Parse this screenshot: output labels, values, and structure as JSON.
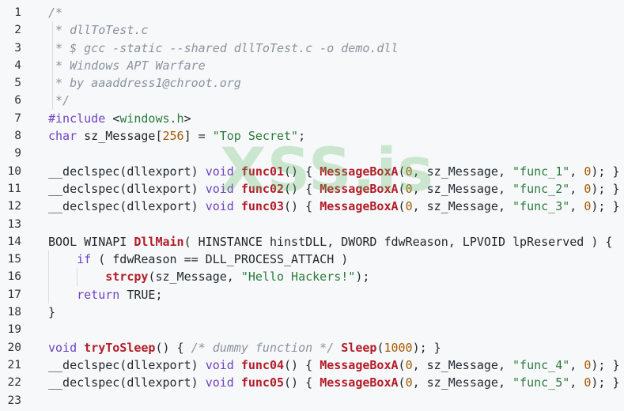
{
  "colors": {
    "background": "#f6f8fa",
    "comment": "#8a939d",
    "keyword": "#6f42c1",
    "function": "#b31d28",
    "string": "#2c7a3a",
    "number": "#a55a00",
    "text": "#24292e",
    "watermark": "#5cb85c"
  },
  "watermark": {
    "text": "XSS.is"
  },
  "lines": [
    {
      "num": "1",
      "guides": [],
      "tokens": [
        [
          "comment",
          "/*"
        ]
      ]
    },
    {
      "num": "2",
      "guides": [
        1
      ],
      "tokens": [
        [
          "comment",
          " * dllToTest.c"
        ]
      ]
    },
    {
      "num": "3",
      "guides": [
        1
      ],
      "tokens": [
        [
          "comment",
          " * $ gcc -static --shared dllToTest.c -o demo.dll"
        ]
      ]
    },
    {
      "num": "4",
      "guides": [
        1
      ],
      "tokens": [
        [
          "comment",
          " * Windows APT Warfare"
        ]
      ]
    },
    {
      "num": "5",
      "guides": [
        1
      ],
      "tokens": [
        [
          "comment",
          " * by aaaddress1@chroot.org"
        ]
      ]
    },
    {
      "num": "6",
      "guides": [
        1
      ],
      "tokens": [
        [
          "comment",
          " */"
        ]
      ]
    },
    {
      "num": "7",
      "guides": [],
      "tokens": [
        [
          "keyword",
          "#include"
        ],
        [
          "plain",
          " <"
        ],
        [
          "string",
          "windows.h"
        ],
        [
          "plain",
          ">"
        ]
      ]
    },
    {
      "num": "8",
      "guides": [],
      "tokens": [
        [
          "keyword",
          "char"
        ],
        [
          "plain",
          " sz_Message["
        ],
        [
          "number",
          "256"
        ],
        [
          "plain",
          "] = "
        ],
        [
          "string",
          "\"Top Secret\""
        ],
        [
          "plain",
          ";"
        ]
      ]
    },
    {
      "num": "9",
      "guides": [],
      "tokens": []
    },
    {
      "num": "10",
      "guides": [],
      "tokens": [
        [
          "plain",
          "__declspec(dllexport) "
        ],
        [
          "keyword",
          "void"
        ],
        [
          "plain",
          " "
        ],
        [
          "function",
          "func01"
        ],
        [
          "plain",
          "() { "
        ],
        [
          "function",
          "MessageBoxA"
        ],
        [
          "plain",
          "("
        ],
        [
          "number",
          "0"
        ],
        [
          "plain",
          ", sz_Message, "
        ],
        [
          "string",
          "\"func_1\""
        ],
        [
          "plain",
          ", "
        ],
        [
          "number",
          "0"
        ],
        [
          "plain",
          "); }"
        ]
      ]
    },
    {
      "num": "11",
      "guides": [],
      "tokens": [
        [
          "plain",
          "__declspec(dllexport) "
        ],
        [
          "keyword",
          "void"
        ],
        [
          "plain",
          " "
        ],
        [
          "function",
          "func02"
        ],
        [
          "plain",
          "() { "
        ],
        [
          "function",
          "MessageBoxA"
        ],
        [
          "plain",
          "("
        ],
        [
          "number",
          "0"
        ],
        [
          "plain",
          ", sz_Message, "
        ],
        [
          "string",
          "\"func_2\""
        ],
        [
          "plain",
          ", "
        ],
        [
          "number",
          "0"
        ],
        [
          "plain",
          "); }"
        ]
      ]
    },
    {
      "num": "12",
      "guides": [],
      "tokens": [
        [
          "plain",
          "__declspec(dllexport) "
        ],
        [
          "keyword",
          "void"
        ],
        [
          "plain",
          " "
        ],
        [
          "function",
          "func03"
        ],
        [
          "plain",
          "() { "
        ],
        [
          "function",
          "MessageBoxA"
        ],
        [
          "plain",
          "("
        ],
        [
          "number",
          "0"
        ],
        [
          "plain",
          ", sz_Message, "
        ],
        [
          "string",
          "\"func_3\""
        ],
        [
          "plain",
          ", "
        ],
        [
          "number",
          "0"
        ],
        [
          "plain",
          "); }"
        ]
      ]
    },
    {
      "num": "13",
      "guides": [],
      "tokens": []
    },
    {
      "num": "14",
      "guides": [],
      "tokens": [
        [
          "plain",
          "BOOL WINAPI "
        ],
        [
          "function",
          "DllMain"
        ],
        [
          "plain",
          "( HINSTANCE hinstDLL, DWORD fdwReason, LPVOID lpReserved ) {"
        ]
      ]
    },
    {
      "num": "15",
      "guides": [
        1
      ],
      "tokens": [
        [
          "plain",
          "    "
        ],
        [
          "keyword",
          "if"
        ],
        [
          "plain",
          " ( fdwReason == DLL_PROCESS_ATTACH )"
        ]
      ]
    },
    {
      "num": "16",
      "guides": [
        1,
        2
      ],
      "tokens": [
        [
          "plain",
          "        "
        ],
        [
          "function",
          "strcpy"
        ],
        [
          "plain",
          "(sz_Message, "
        ],
        [
          "string",
          "\"Hello Hackers!\""
        ],
        [
          "plain",
          ");"
        ]
      ]
    },
    {
      "num": "17",
      "guides": [
        1
      ],
      "tokens": [
        [
          "plain",
          "    "
        ],
        [
          "keyword",
          "return"
        ],
        [
          "plain",
          " TRUE;"
        ]
      ]
    },
    {
      "num": "18",
      "guides": [],
      "tokens": [
        [
          "plain",
          "}"
        ]
      ]
    },
    {
      "num": "19",
      "guides": [],
      "tokens": []
    },
    {
      "num": "20",
      "guides": [],
      "tokens": [
        [
          "keyword",
          "void"
        ],
        [
          "plain",
          " "
        ],
        [
          "function",
          "tryToSleep"
        ],
        [
          "plain",
          "() { "
        ],
        [
          "comment",
          "/* dummy function */"
        ],
        [
          "plain",
          " "
        ],
        [
          "function",
          "Sleep"
        ],
        [
          "plain",
          "("
        ],
        [
          "number",
          "1000"
        ],
        [
          "plain",
          "); }"
        ]
      ]
    },
    {
      "num": "21",
      "guides": [],
      "tokens": [
        [
          "plain",
          "__declspec(dllexport) "
        ],
        [
          "keyword",
          "void"
        ],
        [
          "plain",
          " "
        ],
        [
          "function",
          "func04"
        ],
        [
          "plain",
          "() { "
        ],
        [
          "function",
          "MessageBoxA"
        ],
        [
          "plain",
          "("
        ],
        [
          "number",
          "0"
        ],
        [
          "plain",
          ", sz_Message, "
        ],
        [
          "string",
          "\"func_4\""
        ],
        [
          "plain",
          ", "
        ],
        [
          "number",
          "0"
        ],
        [
          "plain",
          "); }"
        ]
      ]
    },
    {
      "num": "22",
      "guides": [],
      "tokens": [
        [
          "plain",
          "__declspec(dllexport) "
        ],
        [
          "keyword",
          "void"
        ],
        [
          "plain",
          " "
        ],
        [
          "function",
          "func05"
        ],
        [
          "plain",
          "() { "
        ],
        [
          "function",
          "MessageBoxA"
        ],
        [
          "plain",
          "("
        ],
        [
          "number",
          "0"
        ],
        [
          "plain",
          ", sz_Message, "
        ],
        [
          "string",
          "\"func_5\""
        ],
        [
          "plain",
          ", "
        ],
        [
          "number",
          "0"
        ],
        [
          "plain",
          "); }"
        ]
      ]
    },
    {
      "num": "23",
      "guides": [],
      "tokens": []
    }
  ]
}
